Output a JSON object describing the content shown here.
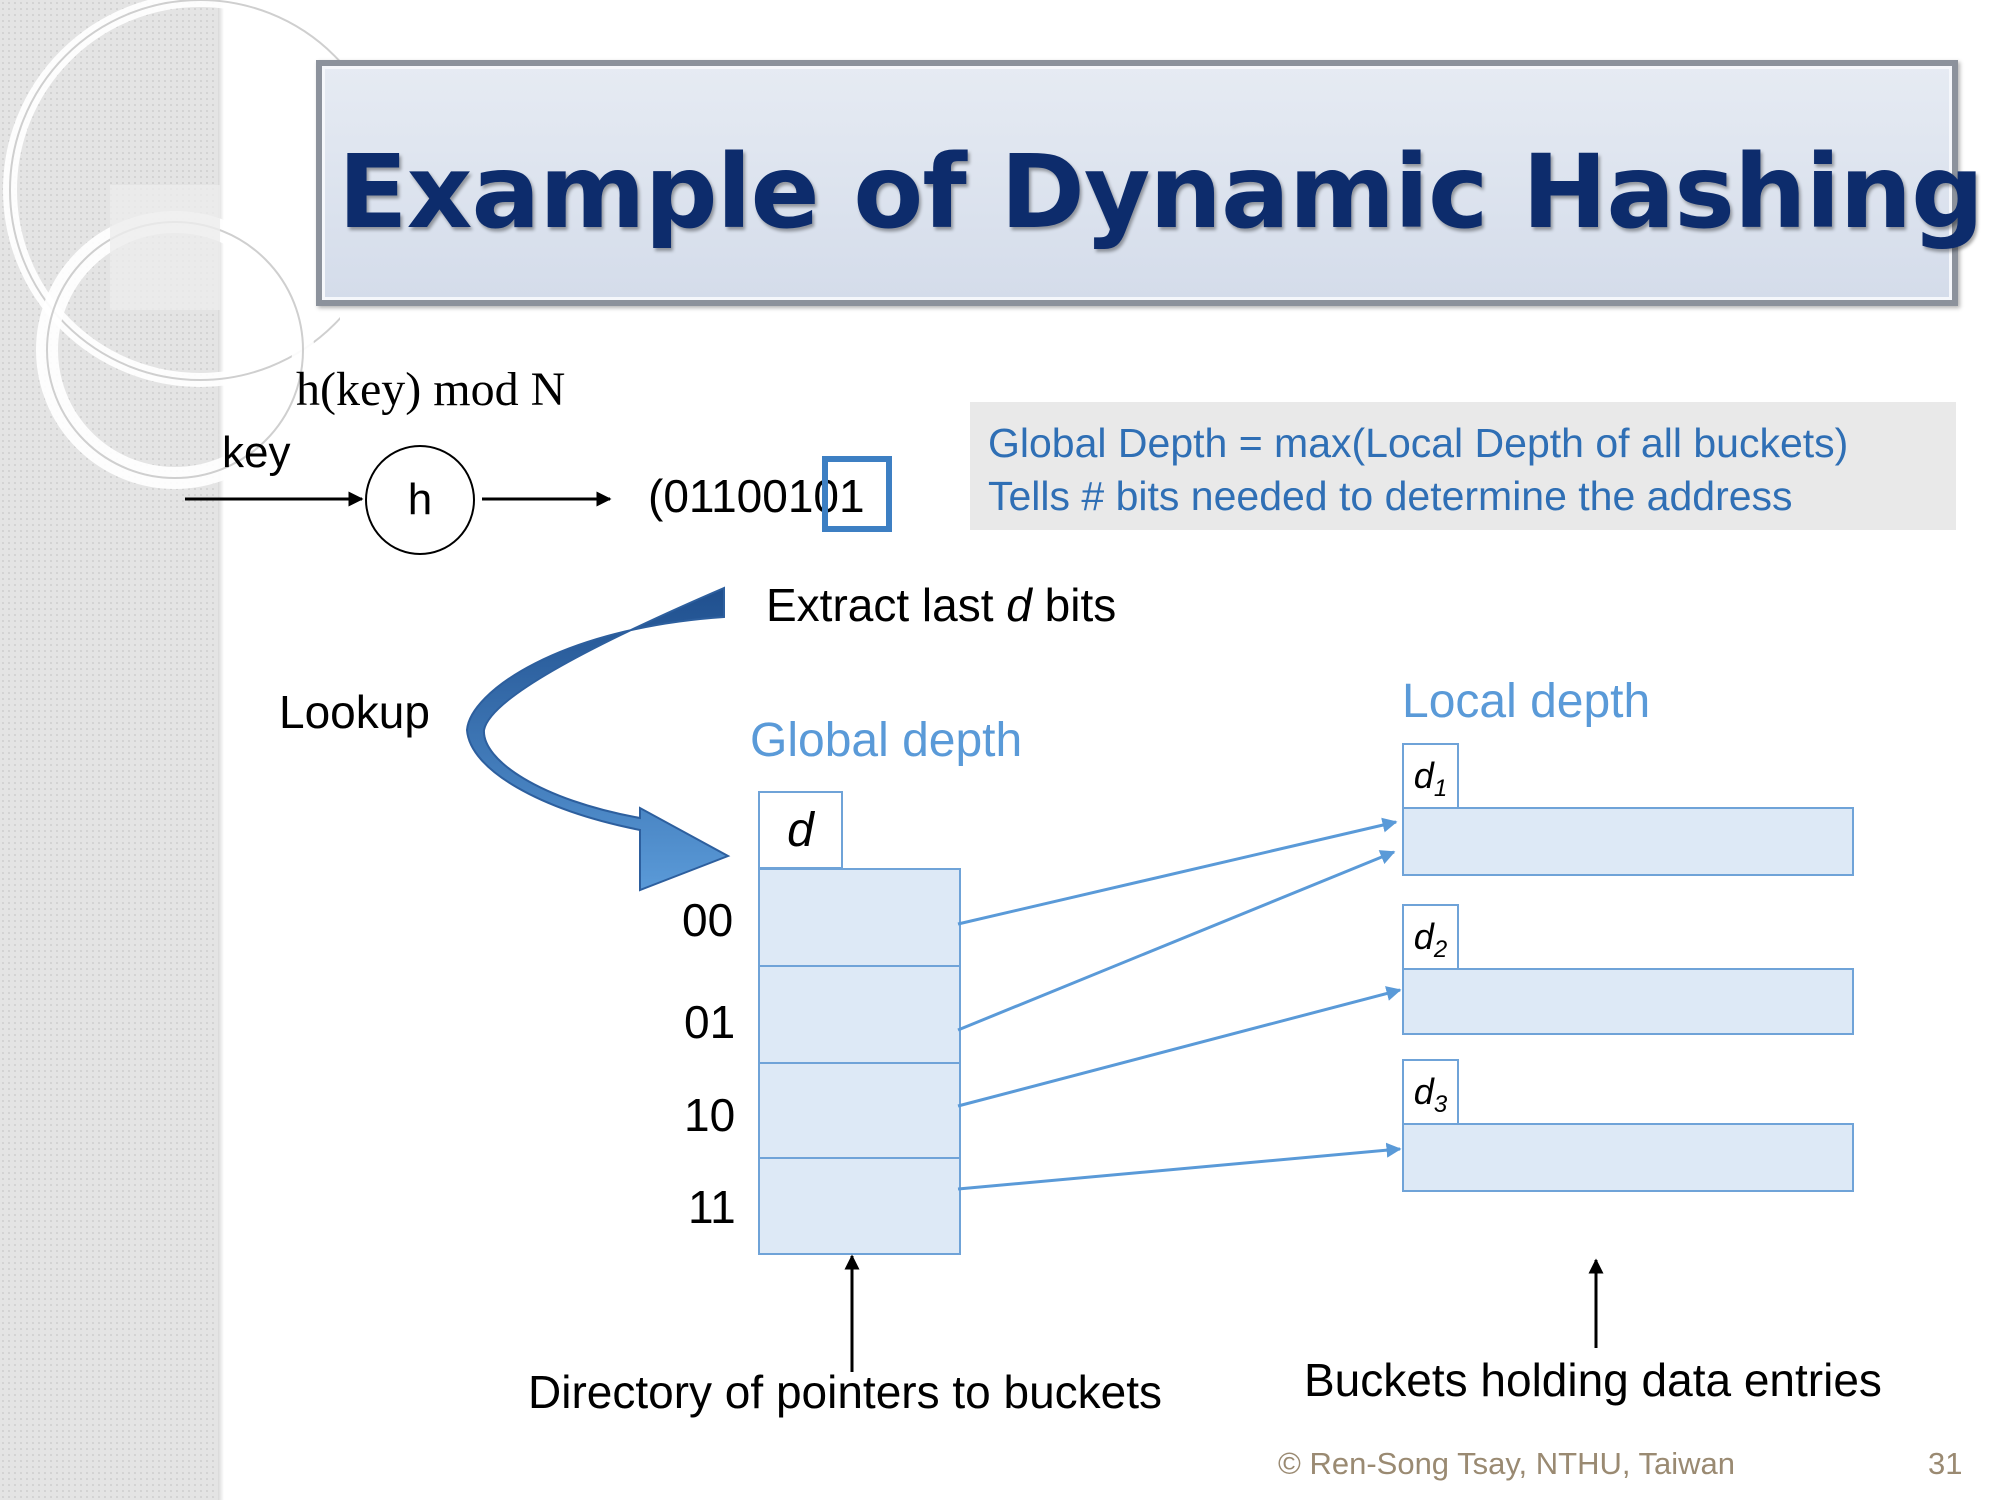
{
  "title": "Example of Dynamic Hashing",
  "formula": "h(key) mod N",
  "key_label": "key",
  "hash_symbol": "h",
  "bit_prefix": "(01100",
  "bit_suffix": "1",
  "last_bits": "01",
  "info": {
    "line1": "Global Depth = max(Local Depth of all buckets)",
    "line2": "Tells # bits needed to determine the address"
  },
  "extract": {
    "pre": "Extract last ",
    "var": "d",
    "post": " bits"
  },
  "lookup_label": "Lookup",
  "global_depth_label": "Global depth",
  "global_depth_value": "d",
  "local_depth_label": "Local depth",
  "directory_entries": [
    "00",
    "01",
    "10",
    "11"
  ],
  "bucket_depths": [
    {
      "base": "d",
      "sub": "1"
    },
    {
      "base": "d",
      "sub": "2"
    },
    {
      "base": "d",
      "sub": "3"
    }
  ],
  "directory_caption": "Directory of pointers to buckets",
  "buckets_caption": "Buckets holding data entries",
  "footer": {
    "copyright": "© Ren-Song Tsay, NTHU, Taiwan",
    "page": "31"
  },
  "colors": {
    "title": "#0d2c6c",
    "accent": "#5a9ad8",
    "cell_fill": "#dde9f6",
    "info_text": "#2f6fb5"
  }
}
